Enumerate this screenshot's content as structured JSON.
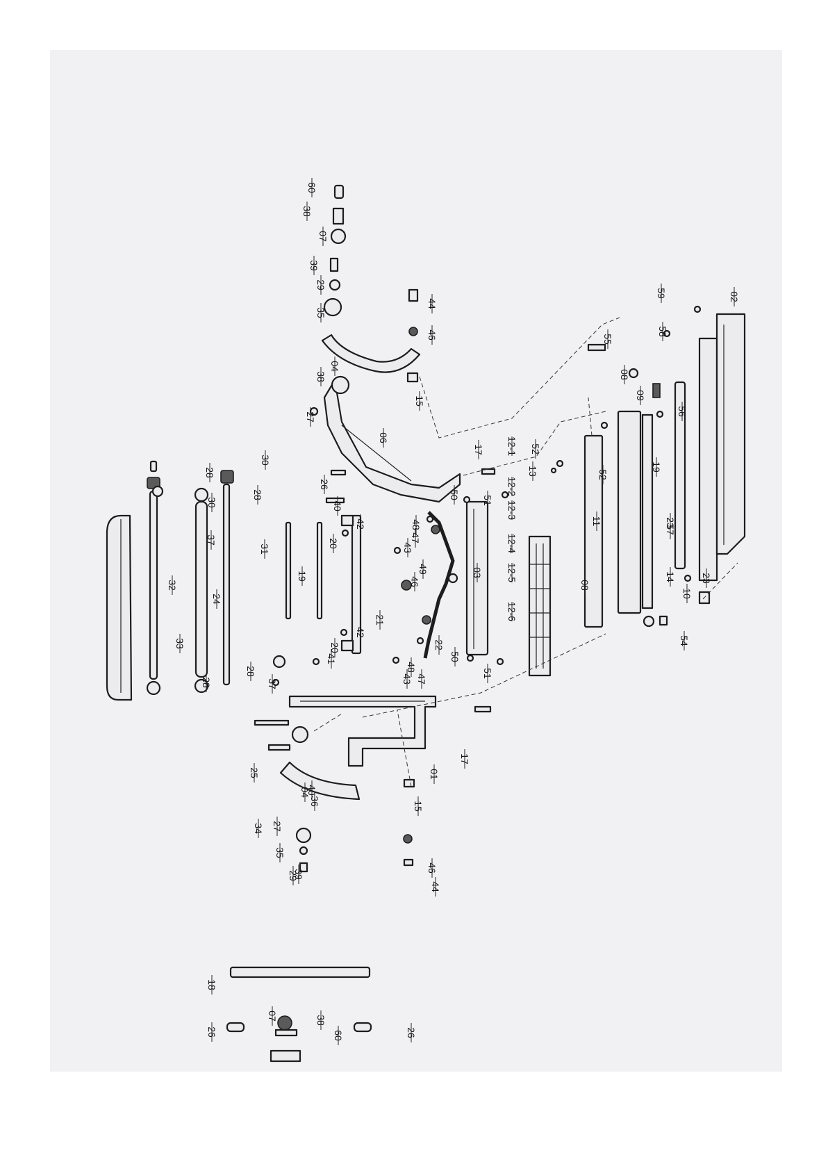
{
  "callouts": [
    {
      "id": "c01",
      "text": "01"
    },
    {
      "id": "c02",
      "text": "02"
    },
    {
      "id": "c03",
      "text": "03"
    },
    {
      "id": "c04a",
      "text": "04"
    },
    {
      "id": "c04b",
      "text": "04"
    },
    {
      "id": "c06",
      "text": "06"
    },
    {
      "id": "c07a",
      "text": "07"
    },
    {
      "id": "c07b",
      "text": "07"
    },
    {
      "id": "c08a",
      "text": "08"
    },
    {
      "id": "c08b",
      "text": "08"
    },
    {
      "id": "c09",
      "text": "09"
    },
    {
      "id": "c10",
      "text": "10"
    },
    {
      "id": "c11",
      "text": "11"
    },
    {
      "id": "c12-1",
      "text": "12-1"
    },
    {
      "id": "c12-2",
      "text": "12-2"
    },
    {
      "id": "c12-3",
      "text": "12-3"
    },
    {
      "id": "c12-4",
      "text": "12-4"
    },
    {
      "id": "c12-5",
      "text": "12-5"
    },
    {
      "id": "c12-6",
      "text": "12-6"
    },
    {
      "id": "c13",
      "text": "13"
    },
    {
      "id": "c14",
      "text": "14"
    },
    {
      "id": "c15a",
      "text": "15"
    },
    {
      "id": "c15b",
      "text": "15"
    },
    {
      "id": "c17a",
      "text": "17"
    },
    {
      "id": "c17b",
      "text": "17"
    },
    {
      "id": "c18",
      "text": "18"
    },
    {
      "id": "c19a",
      "text": "19"
    },
    {
      "id": "c19b",
      "text": "19"
    },
    {
      "id": "c20a",
      "text": "20"
    },
    {
      "id": "c20b",
      "text": "20"
    },
    {
      "id": "c21",
      "text": "21"
    },
    {
      "id": "c22",
      "text": "22"
    },
    {
      "id": "c23a",
      "text": "23"
    },
    {
      "id": "c23b",
      "text": "23"
    },
    {
      "id": "c24",
      "text": "24"
    },
    {
      "id": "c25",
      "text": "25"
    },
    {
      "id": "c26a",
      "text": "26"
    },
    {
      "id": "c26b",
      "text": "26"
    },
    {
      "id": "c26c",
      "text": "26"
    },
    {
      "id": "c27a",
      "text": "27"
    },
    {
      "id": "c27b",
      "text": "27"
    },
    {
      "id": "c28a",
      "text": "28"
    },
    {
      "id": "c28b",
      "text": "28"
    },
    {
      "id": "c28c",
      "text": "28"
    },
    {
      "id": "c28d",
      "text": "28"
    },
    {
      "id": "c29a",
      "text": "29"
    },
    {
      "id": "c29b",
      "text": "29"
    },
    {
      "id": "c30a",
      "text": "30"
    },
    {
      "id": "c30b",
      "text": "30"
    },
    {
      "id": "c31",
      "text": "31"
    },
    {
      "id": "c32",
      "text": "32"
    },
    {
      "id": "c33",
      "text": "33"
    },
    {
      "id": "c34",
      "text": "34"
    },
    {
      "id": "c35a",
      "text": "35"
    },
    {
      "id": "c35b",
      "text": "35"
    },
    {
      "id": "c36",
      "text": "36"
    },
    {
      "id": "c37a",
      "text": "37"
    },
    {
      "id": "c37b",
      "text": "37"
    },
    {
      "id": "c38a",
      "text": "38"
    },
    {
      "id": "c38b",
      "text": "38"
    },
    {
      "id": "c38c",
      "text": "38"
    },
    {
      "id": "c39a",
      "text": "39"
    },
    {
      "id": "c39b",
      "text": "39"
    },
    {
      "id": "c40a",
      "text": "40"
    },
    {
      "id": "c40b",
      "text": "40"
    },
    {
      "id": "c41",
      "text": "41"
    },
    {
      "id": "c42a",
      "text": "42"
    },
    {
      "id": "c42b",
      "text": "42"
    },
    {
      "id": "c43a",
      "text": "43"
    },
    {
      "id": "c43b",
      "text": "43"
    },
    {
      "id": "c44a",
      "text": "44"
    },
    {
      "id": "c44b",
      "text": "44"
    },
    {
      "id": "c46a",
      "text": "46"
    },
    {
      "id": "c46b",
      "text": "46"
    },
    {
      "id": "c46c",
      "text": "46"
    },
    {
      "id": "c47a",
      "text": "47"
    },
    {
      "id": "c47b",
      "text": "47"
    },
    {
      "id": "c48a",
      "text": "48"
    },
    {
      "id": "c48b",
      "text": "48"
    },
    {
      "id": "c49",
      "text": "49"
    },
    {
      "id": "c50a",
      "text": "50"
    },
    {
      "id": "c50b",
      "text": "50"
    },
    {
      "id": "c51a",
      "text": "51"
    },
    {
      "id": "c51b",
      "text": "51"
    },
    {
      "id": "c52a",
      "text": "52"
    },
    {
      "id": "c52b",
      "text": "52"
    },
    {
      "id": "c54",
      "text": "54"
    },
    {
      "id": "c55",
      "text": "55"
    },
    {
      "id": "c56",
      "text": "56"
    },
    {
      "id": "c57",
      "text": "57"
    },
    {
      "id": "c58",
      "text": "58"
    },
    {
      "id": "c59",
      "text": "59"
    },
    {
      "id": "c60a",
      "text": "60"
    },
    {
      "id": "c60b",
      "text": "60"
    }
  ]
}
